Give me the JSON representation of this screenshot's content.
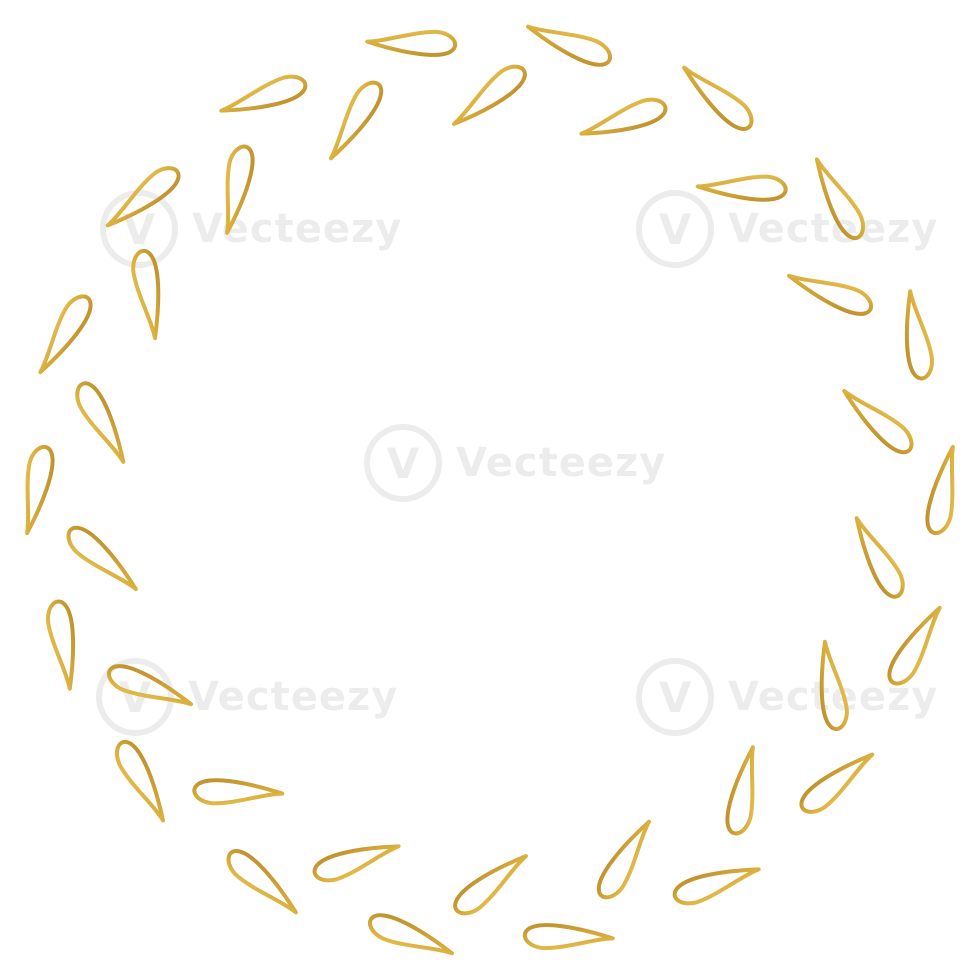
{
  "artwork": {
    "subject": "gold-leaf-wreath",
    "leaf_count": 36,
    "colors": {
      "gold_light": "#f5d66a",
      "gold_mid": "#d9ae3c",
      "gold_dark": "#b8892a",
      "background": "#ffffff"
    }
  },
  "watermark": {
    "brand": "Vecteezy",
    "logo_glyph": "V"
  }
}
